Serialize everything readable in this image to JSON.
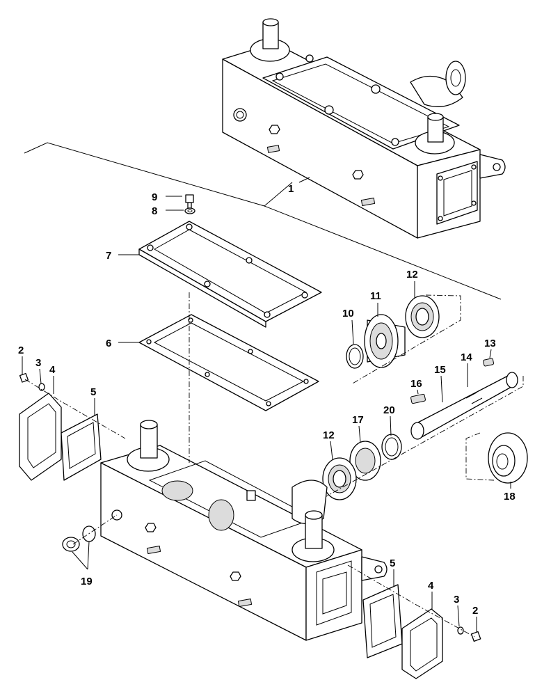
{
  "callouts": {
    "c1": "1",
    "c2a": "2",
    "c2b": "2",
    "c3a": "3",
    "c3b": "3",
    "c4a": "4",
    "c4b": "4",
    "c5a": "5",
    "c5b": "5",
    "c6": "6",
    "c7": "7",
    "c8": "8",
    "c9": "9",
    "c10": "10",
    "c11": "11",
    "c12a": "12",
    "c12b": "12",
    "c13": "13",
    "c14": "14",
    "c15": "15",
    "c16": "16",
    "c17": "17",
    "c18": "18",
    "c19": "19",
    "c20": "20"
  }
}
